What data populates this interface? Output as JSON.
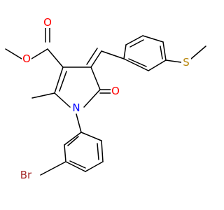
{
  "molecule": {
    "atoms": [
      {
        "id": "O_ester",
        "symbol": "O",
        "color": "#ff0000"
      },
      {
        "id": "O_carbonyl_ester",
        "symbol": "O",
        "color": "#ff0000"
      },
      {
        "id": "S",
        "symbol": "S",
        "color": "#b8860b"
      },
      {
        "id": "O_ketone",
        "symbol": "O",
        "color": "#ff0000"
      },
      {
        "id": "N",
        "symbol": "N",
        "color": "#0000ff"
      },
      {
        "id": "Br",
        "symbol": "Br",
        "color": "#a52a2a"
      }
    ],
    "bond_color": "#000000"
  }
}
